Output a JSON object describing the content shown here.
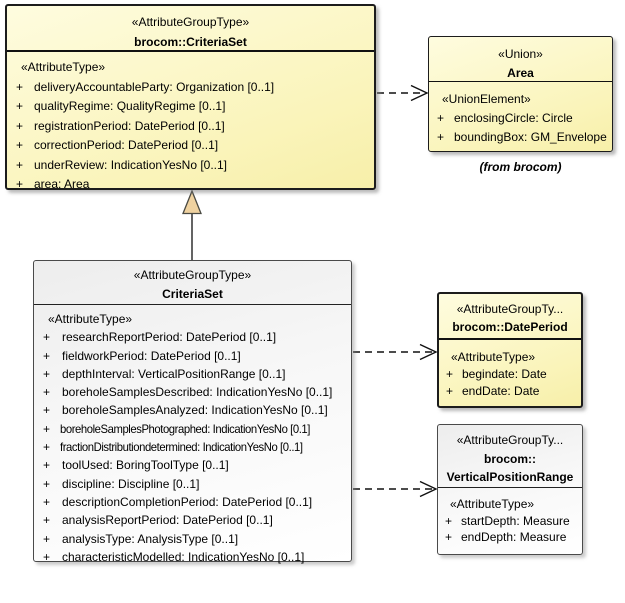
{
  "colors": {
    "box_fill_yellow_top": "#FEFCDF",
    "box_fill_yellow_bottom": "#F7EFA9",
    "box_fill_gray_top": "#EDEDED",
    "box_fill_gray_bottom": "#FFFFFF",
    "border_dark": "#1C1C1C",
    "generalization_triangle_fill": "#EFD2A0",
    "connector_color": "#111111"
  },
  "boxes": {
    "brocom_criteria_set": {
      "stereotype": "«AttributeGroupType»",
      "name": "brocom::CriteriaSet",
      "section": "«AttributeType»",
      "attributes": [
        {
          "vis": "+",
          "text": "deliveryAccountableParty: Organization [0..1]"
        },
        {
          "vis": "+",
          "text": "qualityRegime: QualityRegime [0..1]"
        },
        {
          "vis": "+",
          "text": "registrationPeriod: DatePeriod [0..1]"
        },
        {
          "vis": "+",
          "text": "correctionPeriod: DatePeriod [0..1]"
        },
        {
          "vis": "+",
          "text": "underReview: IndicationYesNo [0..1]"
        },
        {
          "vis": "+",
          "text": "area: Area"
        }
      ]
    },
    "area": {
      "stereotype": "«Union»",
      "name": "Area",
      "section": "«UnionElement»",
      "attributes": [
        {
          "vis": "+",
          "text": "enclosingCircle: Circle"
        },
        {
          "vis": "+",
          "text": "boundingBox: GM_Envelope"
        }
      ],
      "caption": "(from brocom)"
    },
    "criteria_set": {
      "stereotype": "«AttributeGroupType»",
      "name": "CriteriaSet",
      "section": "«AttributeType»",
      "attributes": [
        {
          "vis": "+",
          "text": "researchReportPeriod: DatePeriod [0..1]"
        },
        {
          "vis": "+",
          "text": "fieldworkPeriod: DatePeriod [0..1]"
        },
        {
          "vis": "+",
          "text": "depthInterval: VerticalPositionRange [0..1]"
        },
        {
          "vis": "+",
          "text": "boreholeSamplesDescribed: IndicationYesNo [0..1]"
        },
        {
          "vis": "+",
          "text": "boreholeSamplesAnalyzed: IndicationYesNo [0..1]"
        },
        {
          "vis": "+",
          "text": "boreholeSamplesPhotographed: IndicationYesNo [0.1]"
        },
        {
          "vis": "+",
          "text": "fractionDistributiondetermined: IndicationYesNo [0..1]"
        },
        {
          "vis": "+",
          "text": "toolUsed: BoringToolType [0..1]"
        },
        {
          "vis": "+",
          "text": "discipline: Discipline [0..1]"
        },
        {
          "vis": "+",
          "text": "descriptionCompletionPeriod: DatePeriod [0..1]"
        },
        {
          "vis": "+",
          "text": "analysisReportPeriod: DatePeriod [0..1]"
        },
        {
          "vis": "+",
          "text": "analysisType: AnalysisType [0..1]"
        },
        {
          "vis": "+",
          "text": "characteristicModelled: IndicationYesNo [0..1]"
        }
      ]
    },
    "date_period": {
      "stereotype": "«AttributeGroupTy...",
      "name": "brocom::DatePeriod",
      "section": "«AttributeType»",
      "attributes": [
        {
          "vis": "+",
          "text": "begindate: Date"
        },
        {
          "vis": "+",
          "text": "endDate: Date"
        }
      ]
    },
    "vertical_position_range": {
      "stereotype": "«AttributeGroupTy...",
      "name_line1": "brocom::",
      "name_line2": "VerticalPositionRange",
      "section": "«AttributeType»",
      "attributes": [
        {
          "vis": "+",
          "text": "startDepth: Measure"
        },
        {
          "vis": "+",
          "text": "endDepth: Measure"
        }
      ]
    }
  },
  "connectors": [
    {
      "type": "dependency",
      "from": "brocom::CriteriaSet",
      "to": "Area",
      "style": "dashed-open-arrow"
    },
    {
      "type": "generalization",
      "from": "CriteriaSet",
      "to": "brocom::CriteriaSet",
      "style": "solid-triangle"
    },
    {
      "type": "dependency",
      "from": "CriteriaSet",
      "to": "brocom::DatePeriod",
      "style": "dashed-open-arrow"
    },
    {
      "type": "dependency",
      "from": "CriteriaSet",
      "to": "brocom::VerticalPositionRange",
      "style": "dashed-open-arrow"
    }
  ]
}
